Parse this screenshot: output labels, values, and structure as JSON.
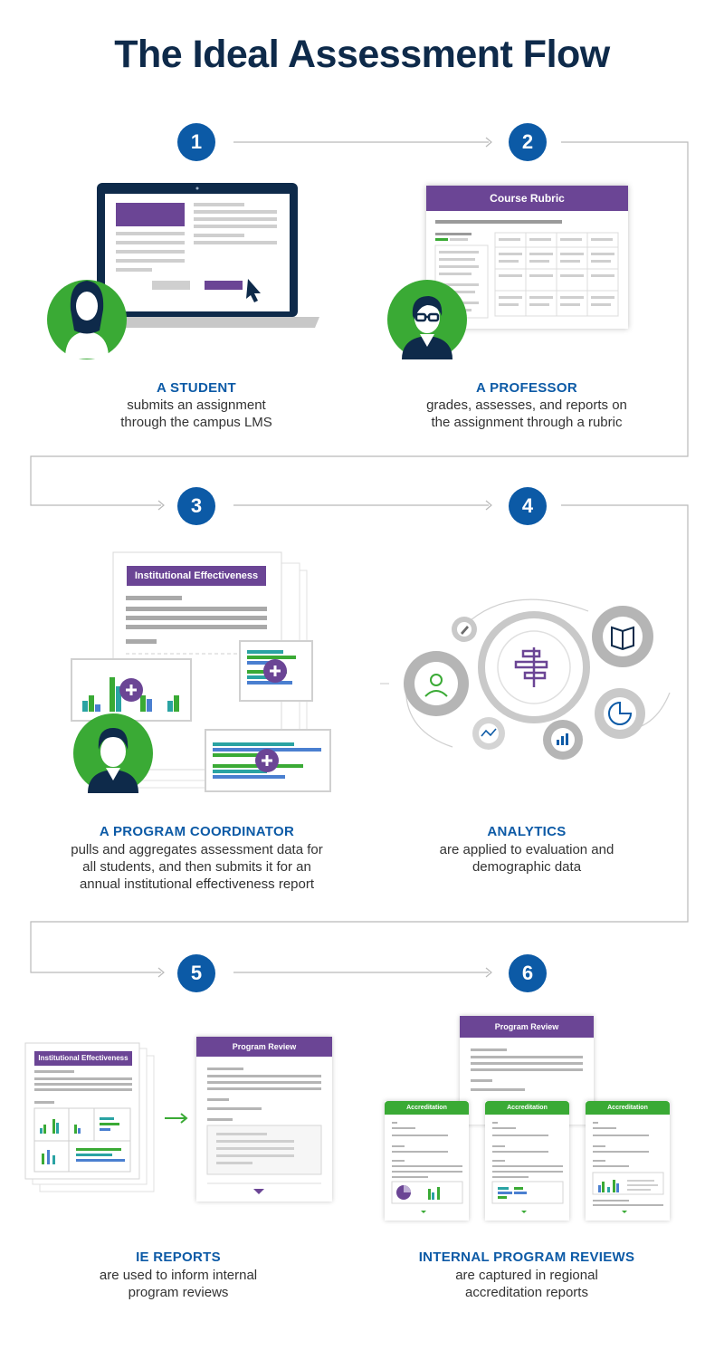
{
  "title": "The Ideal Assessment Flow",
  "colors": {
    "navy": "#0e2a4a",
    "blue": "#0c5aa6",
    "purple": "#6b4595",
    "green": "#3aaa35",
    "teal": "#2aa3a3",
    "gray": "#bcbcbc"
  },
  "steps": [
    {
      "number": "1",
      "title": "A STUDENT",
      "desc_lines": [
        "submits an assignment",
        "through the campus LMS"
      ]
    },
    {
      "number": "2",
      "title": "A PROFESSOR",
      "desc_lines": [
        "grades, assesses, and reports on",
        "the assignment through a rubric"
      ],
      "card_header": "Course Rubric"
    },
    {
      "number": "3",
      "title": "A PROGRAM COORDINATOR",
      "desc_lines": [
        "pulls and aggregates assessment data for",
        "all students, and then submits it for an",
        "annual institutional effectiveness report"
      ],
      "card_header": "Institutional Effectiveness"
    },
    {
      "number": "4",
      "title": "ANALYTICS",
      "desc_lines": [
        "are applied to evaluation and",
        "demographic data"
      ]
    },
    {
      "number": "5",
      "title": "IE REPORTS",
      "desc_lines": [
        "are used to inform internal",
        "program reviews"
      ],
      "card_left": "Institutional Effectiveness",
      "card_right": "Program Review"
    },
    {
      "number": "6",
      "title": "INTERNAL PROGRAM REVIEWS",
      "desc_lines": [
        "are captured in regional",
        "accreditation reports"
      ],
      "card_top": "Program Review",
      "card_acc": [
        "Accreditation",
        "Accreditation",
        "Accreditation"
      ]
    }
  ]
}
